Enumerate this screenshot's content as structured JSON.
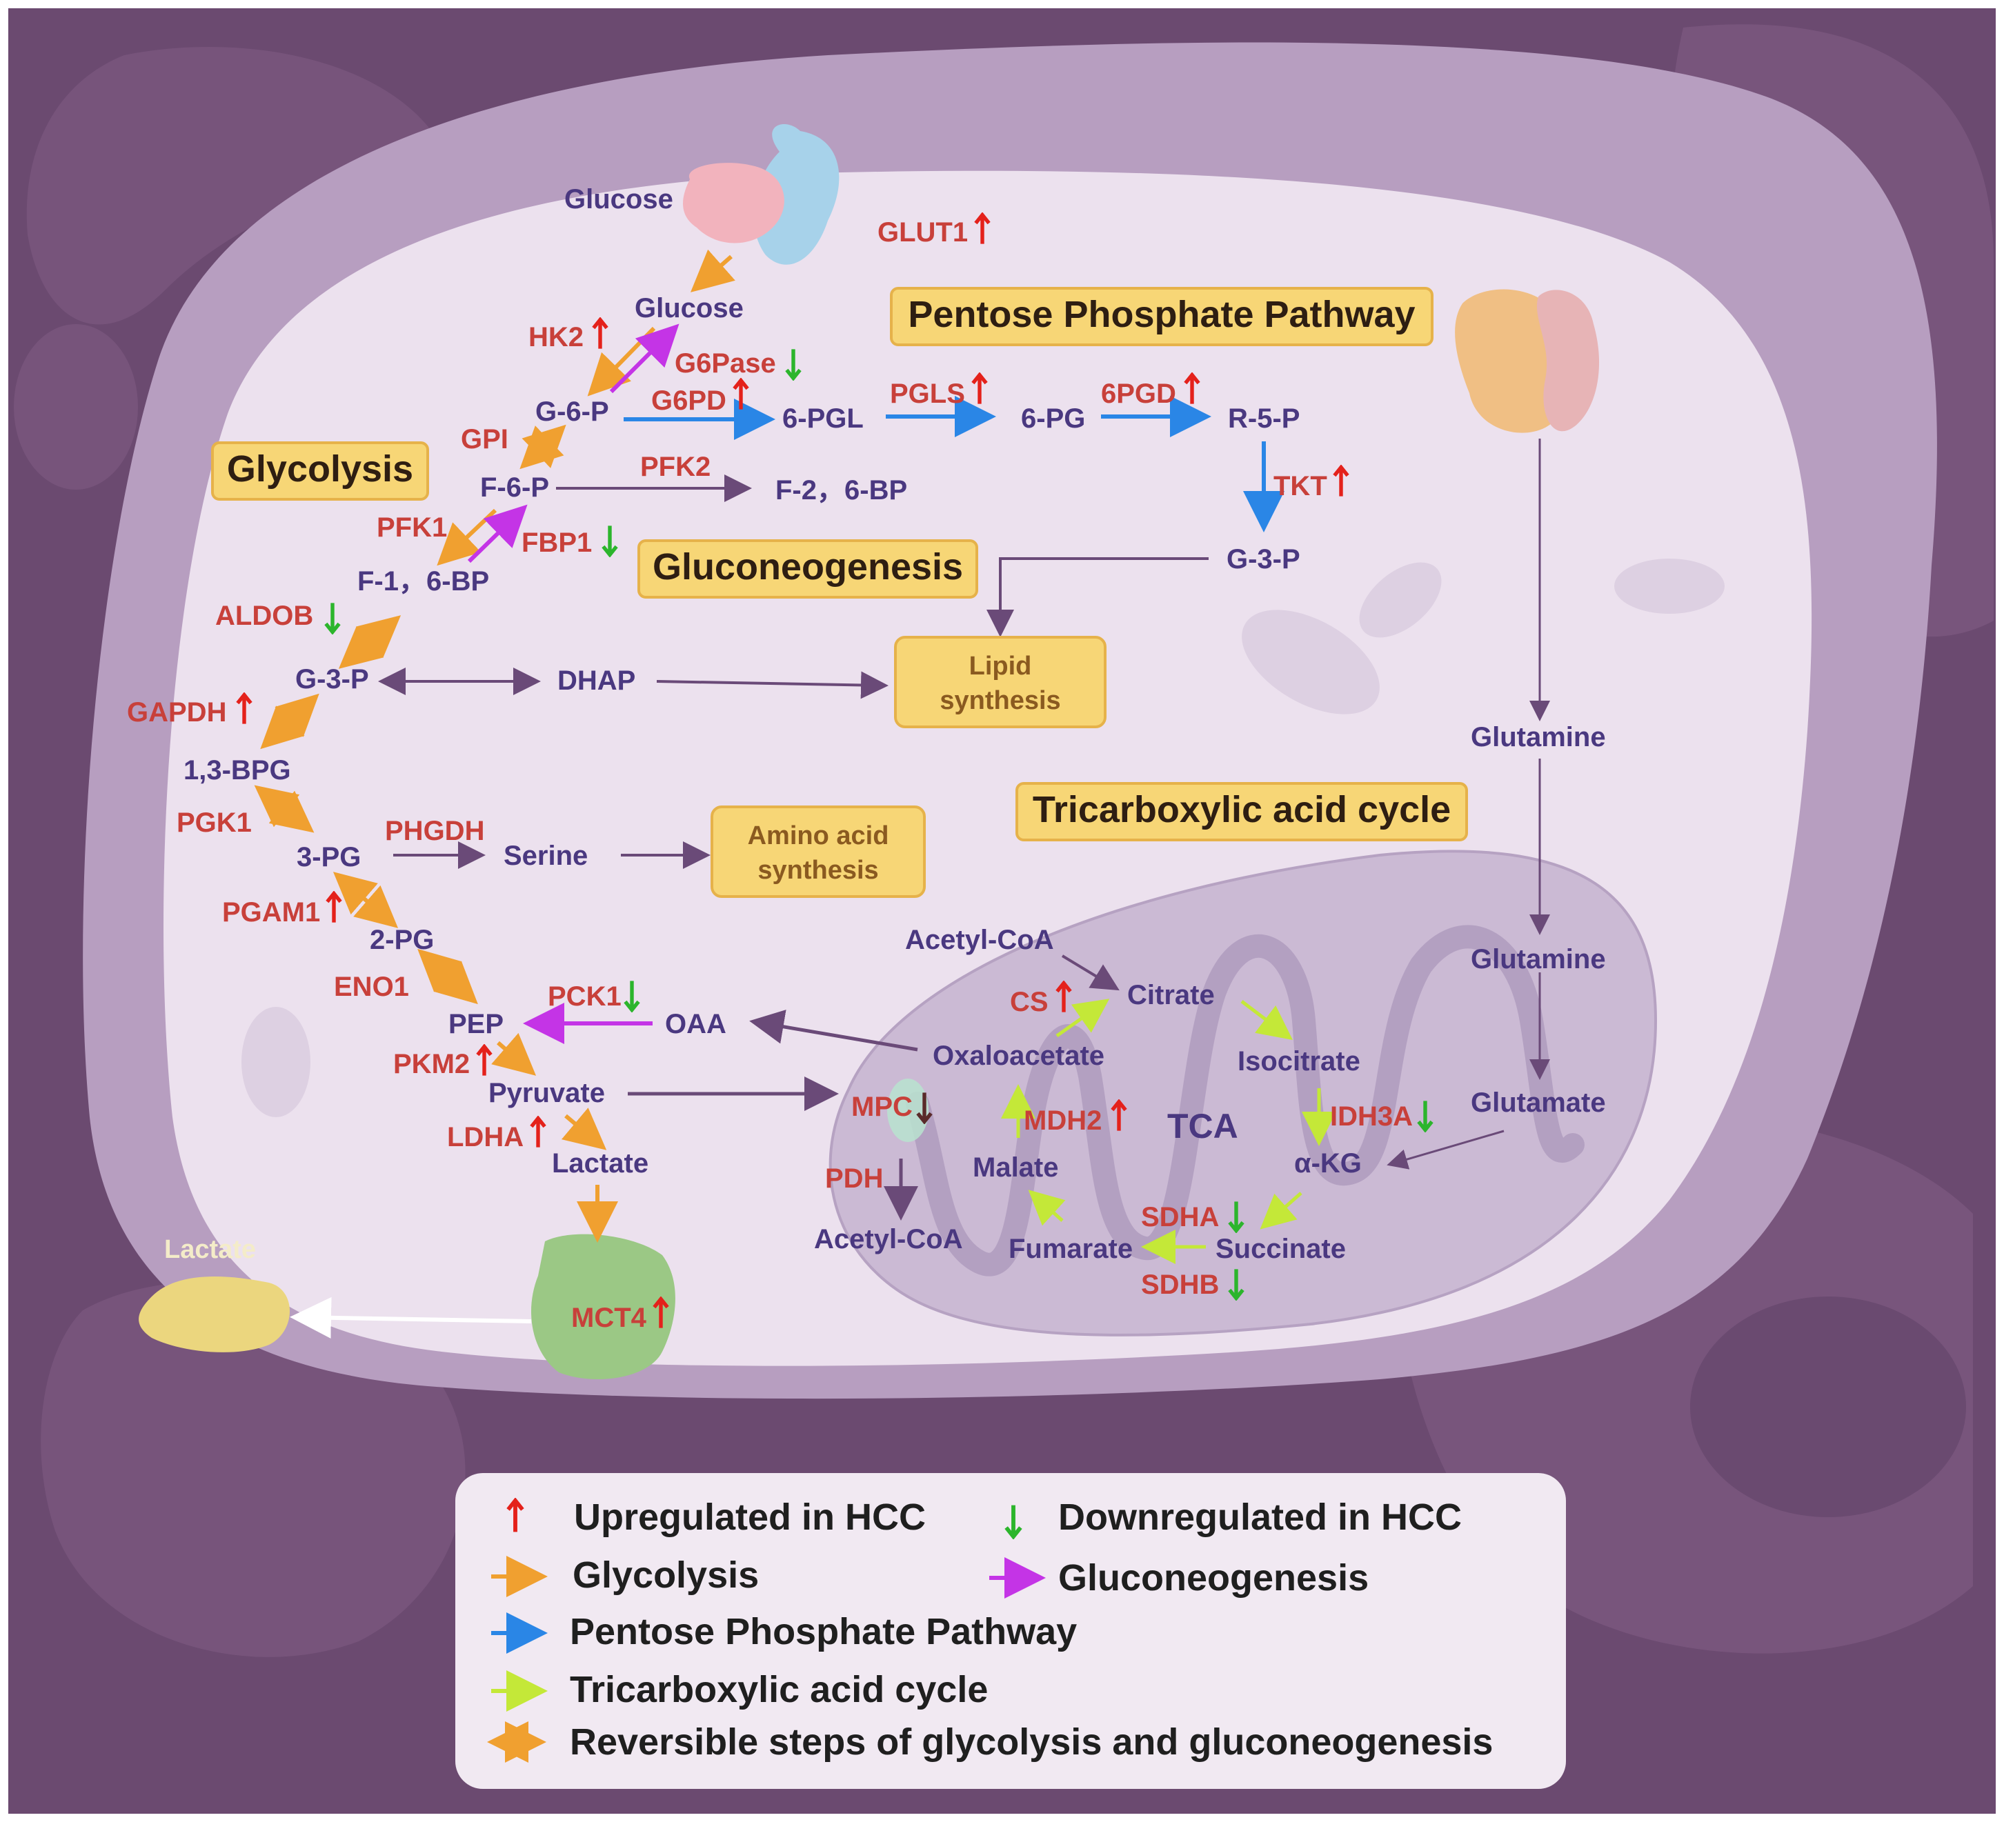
{
  "colors": {
    "background": "#6b4a70",
    "cell": "#ece0ee",
    "nucleus": "#e8dcea",
    "mito": "#c9b8d2",
    "glycolysis": "#f0a030",
    "gluconeogenesis": "#c434e6",
    "pentose": "#2a86e6",
    "tca": "#c4e838",
    "up": "#e4211b",
    "down": "#2cb52c",
    "metabolite": "#4a3880",
    "enzyme": "#c8403a",
    "label_box": "#f7d676"
  },
  "sections": {
    "glycolysis": "Glycolysis",
    "gluconeogenesis": "Gluconeogenesis",
    "ppp": "Pentose Phosphate Pathway",
    "tca": "Tricarboxylic acid cycle"
  },
  "boxes": {
    "lipid_1": "Lipid",
    "lipid_2": "synthesis",
    "amino_1": "Amino acid",
    "amino_2": "synthesis"
  },
  "metabolites": {
    "glucose_out": "Glucose",
    "glucose_in": "Glucose",
    "g6p": "G-6-P",
    "f6p": "F-6-P",
    "f16bp": "F-1，6-BP",
    "f26bp": "F-2，6-BP",
    "g3p": "G-3-P",
    "dhap": "DHAP",
    "bpg13": "1,3-BPG",
    "pg3": "3-PG",
    "pg2": "2-PG",
    "pep": "PEP",
    "pyruvate": "Pyruvate",
    "lactate_in": "Lactate",
    "lactate_out": "Lactate",
    "serine": "Serine",
    "oaa": "OAA",
    "pgl6": "6-PGL",
    "pg6": "6-PG",
    "r5p": "R-5-P",
    "g3p_ppp": "G-3-P",
    "glutamine_1": "Glutamine",
    "glutamine_2": "Glutamine",
    "glutamate": "Glutamate",
    "acetylcoa_top": "Acetyl-CoA",
    "acetylcoa_bottom": "Acetyl-CoA",
    "citrate": "Citrate",
    "isocitrate": "Isocitrate",
    "akg": "α-KG",
    "succinate": "Succinate",
    "fumarate": "Fumarate",
    "malate": "Malate",
    "oxaloacetate": "Oxaloacetate",
    "tca": "TCA"
  },
  "enzymes": {
    "glut1": "GLUT1",
    "hk2": "HK2",
    "g6pase": "G6Pase",
    "g6pd": "G6PD",
    "gpi": "GPI",
    "pfk2": "PFK2",
    "pfk1": "PFK1",
    "fbp1": "FBP1",
    "aldob": "ALDOB",
    "gapdh": "GAPDH",
    "pgk1": "PGK1",
    "phgdh": "PHGDH",
    "pgam1": "PGAM1",
    "eno1": "ENO1",
    "pck1": "PCK1",
    "pkm2": "PKM2",
    "ldha": "LDHA",
    "mct4": "MCT4",
    "pgls": "PGLS",
    "pgd6": "6PGD",
    "tkt": "TKT",
    "cs": "CS",
    "mpc": "MPC",
    "mdh2": "MDH2",
    "idh3a": "IDH3A",
    "pdh": "PDH",
    "sdha": "SDHA",
    "sdhb": "SDHB"
  },
  "legend": {
    "up": "Upregulated in HCC",
    "down": "Downregulated in HCC",
    "glycolysis": "Glycolysis",
    "gluconeogenesis": "Gluconeogenesis",
    "ppp": "Pentose Phosphate Pathway",
    "tca": "Tricarboxylic acid cycle",
    "reversible": "Reversible steps of glycolysis and gluconeogenesis"
  }
}
